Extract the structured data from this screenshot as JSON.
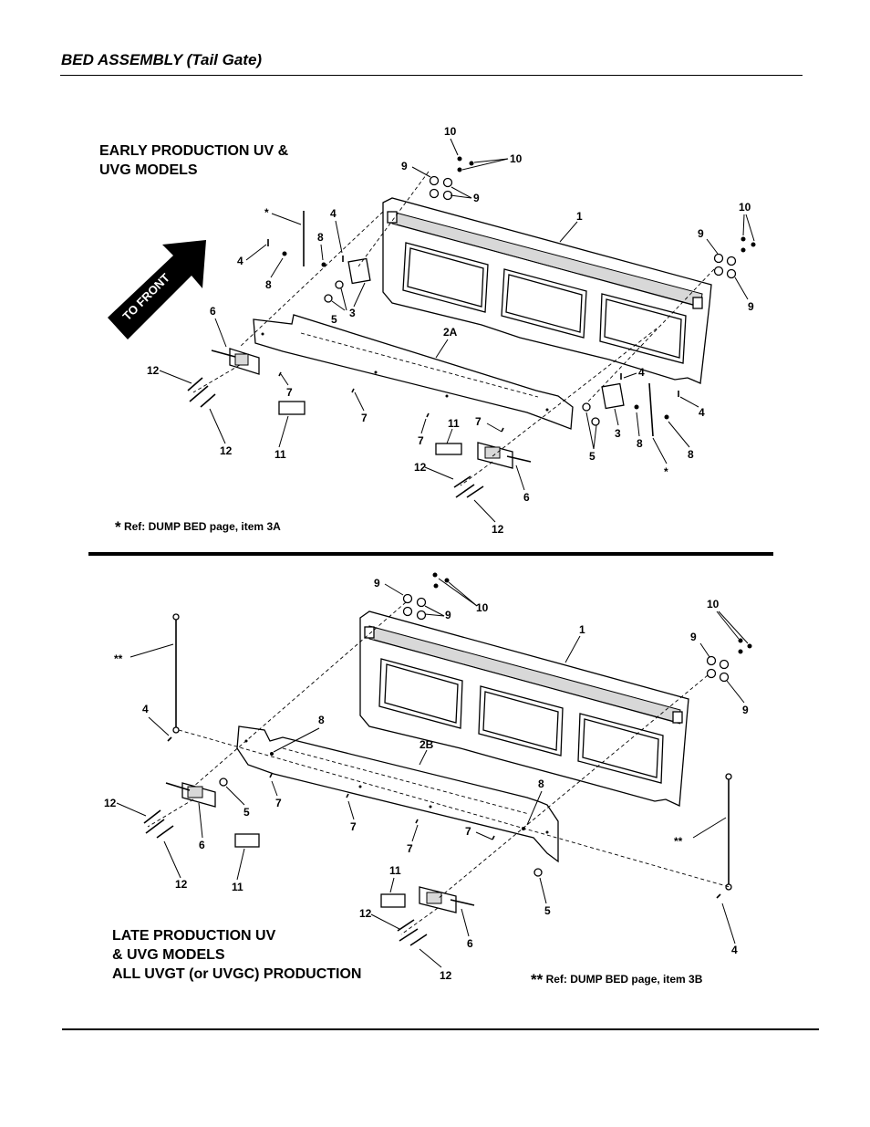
{
  "page": {
    "title": "BED ASSEMBLY (Tail Gate)"
  },
  "upper": {
    "label_lines": [
      "EARLY PRODUCTION UV &",
      "UVG MODELS"
    ],
    "arrow_label": "TO FRONT",
    "note_mark": "*",
    "note_text": "Ref: DUMP BED page, item 3A"
  },
  "lower": {
    "label_lines": [
      "LATE PRODUCTION UV",
      "& UVG MODELS",
      "ALL UVGT (or UVGC) PRODUCTION"
    ],
    "note_mark": "**",
    "note_text": "Ref: DUMP BED page, item 3B"
  },
  "callouts": {
    "upper": [
      "10",
      "10",
      "9",
      "9",
      "1",
      "10",
      "9",
      "9",
      "*",
      "4",
      "4",
      "8",
      "8",
      "3",
      "5",
      "6",
      "2A",
      "12",
      "12",
      "7",
      "7",
      "11",
      "4",
      "4",
      "3",
      "8",
      "8",
      "*",
      "5",
      "7",
      "11",
      "7",
      "12",
      "6",
      "12"
    ],
    "lower": [
      "9",
      "10",
      "9",
      "1",
      "10",
      "9",
      "9",
      "**",
      "4",
      "8",
      "2B",
      "12",
      "6",
      "5",
      "7",
      "12",
      "11",
      "7",
      "7",
      "8",
      "7",
      "**",
      "5",
      "11",
      "12",
      "6",
      "12",
      "4"
    ]
  }
}
